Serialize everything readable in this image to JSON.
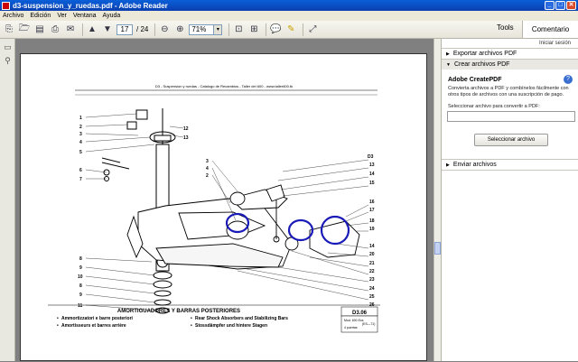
{
  "window": {
    "title": "d3-suspension_y_ruedas.pdf - Adobe Reader",
    "min": "_",
    "max": "□",
    "close": "✕"
  },
  "menu": [
    "Archivo",
    "Edición",
    "Ver",
    "Ventana",
    "Ayuda"
  ],
  "toolbar": {
    "page_current": "17",
    "page_total": "/ 24",
    "zoom": "71%",
    "tools_tab": "Tools",
    "comment_tab": "Comentario"
  },
  "right_panel": {
    "signin": "Iniciar sesión",
    "export_pdf": "Exportar archivos PDF",
    "create_pdf": "Crear archivos PDF",
    "create_title": "Adobe CreatePDF",
    "create_desc": "Convierta archivos a PDF y combínelos fácilmente con otros tipos de archivos con una suscripción de pago.",
    "select_label": "Seleccionar archivo para convertir a PDF:",
    "select_button": "Seleccionar archivo",
    "send_files": "Enviar archivos"
  },
  "document": {
    "header": "D3 - Suspension y ruedas - Catalogo de Recambios - Taller del 600 - www.taller600.tk",
    "section_title": "AMORTIGUADORES Y BARRAS POSTERIORES",
    "code": "D3.06",
    "langs_left": [
      "Ammortizzatori e barre posteriori",
      "Amortisseurs et barres arrière"
    ],
    "langs_right": [
      "Rear Shock Absorbers and Stabilizing Bars",
      "Stossdämpfer und hintere Stagen"
    ],
    "box_line1": "Mod. 600 Ecs.",
    "box_line2": "4 puertas",
    "box_ref": "(ES—71)",
    "callouts_left": [
      "1",
      "2",
      "3",
      "4",
      "5",
      "6",
      "7",
      "8",
      "9",
      "10",
      "8",
      "9",
      "11"
    ],
    "callouts_left_top": [
      "12",
      "13"
    ],
    "callouts_mid": [
      "3",
      "4",
      "2"
    ],
    "callouts_right": [
      "D3",
      "13",
      "14",
      "15",
      "16",
      "17",
      "18",
      "19",
      "14",
      "20",
      "21",
      "22",
      "23",
      "24",
      "25",
      "26"
    ]
  }
}
